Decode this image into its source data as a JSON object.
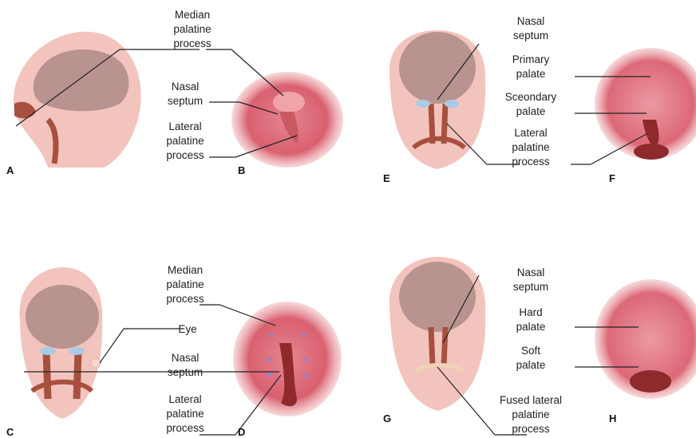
{
  "panel_letters": {
    "a": "A",
    "b": "B",
    "c": "C",
    "d": "D",
    "e": "E",
    "f": "F",
    "g": "G",
    "h": "H"
  },
  "labels": {
    "ab_median": "Median\npalatine\nprocess",
    "ab_septum": "Nasal\nseptum",
    "ab_lateral": "Lateral\npalatine\nprocess",
    "cd_median": "Median\npalatine\nprocess",
    "cd_eye": "Eye",
    "cd_septum": "Nasal\nseptum",
    "cd_lateral": "Lateral\npalatine\nprocess",
    "ef_septum": "Nasal\nseptum",
    "ef_primary": "Primary\npalate",
    "ef_secondary": "Sceondary\npalate",
    "ef_lateral": "Lateral\npalatine\nprocess",
    "gh_septum": "Nasal\nseptum",
    "gh_hard": "Hard\npalate",
    "gh_soft": "Soft\npalate",
    "gh_fused": "Fused lateral\npalatine\nprocess"
  },
  "colors": {
    "skin": "#f3c4bd",
    "brain": "#b8938f",
    "tissue": "#a8503f",
    "palate": "#e17c88",
    "palate_dark": "#c74a5c",
    "accent_blue": "#a9cbe6",
    "line": "#222222"
  }
}
